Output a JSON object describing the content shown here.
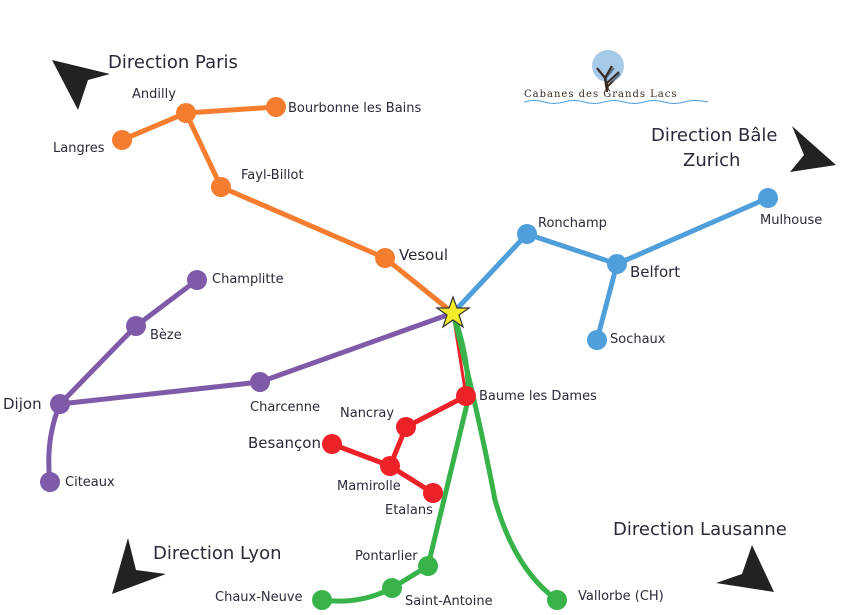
{
  "directions": {
    "paris": "Direction Paris",
    "bale": "Direction Bâle",
    "zurich": "Zurich",
    "lyon": "Direction Lyon",
    "lausanne": "Direction Lausanne"
  },
  "logo": {
    "text": "Cabanes des Grands Lacs"
  },
  "colors": {
    "orange": "#f47d30",
    "blue": "#4f9fdb",
    "purple": "#7f5aa8",
    "red": "#ed2228",
    "green": "#38b34a",
    "star": "#f4ec2a"
  },
  "routes": {
    "orange": [
      "Andilly",
      "Langres",
      "Bourbonne les Bains",
      "Fayl-Billot",
      "Vesoul"
    ],
    "blue": [
      "Ronchamp",
      "Belfort",
      "Mulhouse",
      "Sochaux"
    ],
    "purple": [
      "Champlitte",
      "Bèze",
      "Dijon",
      "Citeaux",
      "Charcenne"
    ],
    "red": [
      "Baume les Dames",
      "Nancray",
      "Besançon",
      "Mamirolle",
      "Etalans"
    ],
    "green": [
      "Pontarlier",
      "Saint-Antoine",
      "Chaux-Neuve",
      "Vallorbe (CH)"
    ]
  }
}
